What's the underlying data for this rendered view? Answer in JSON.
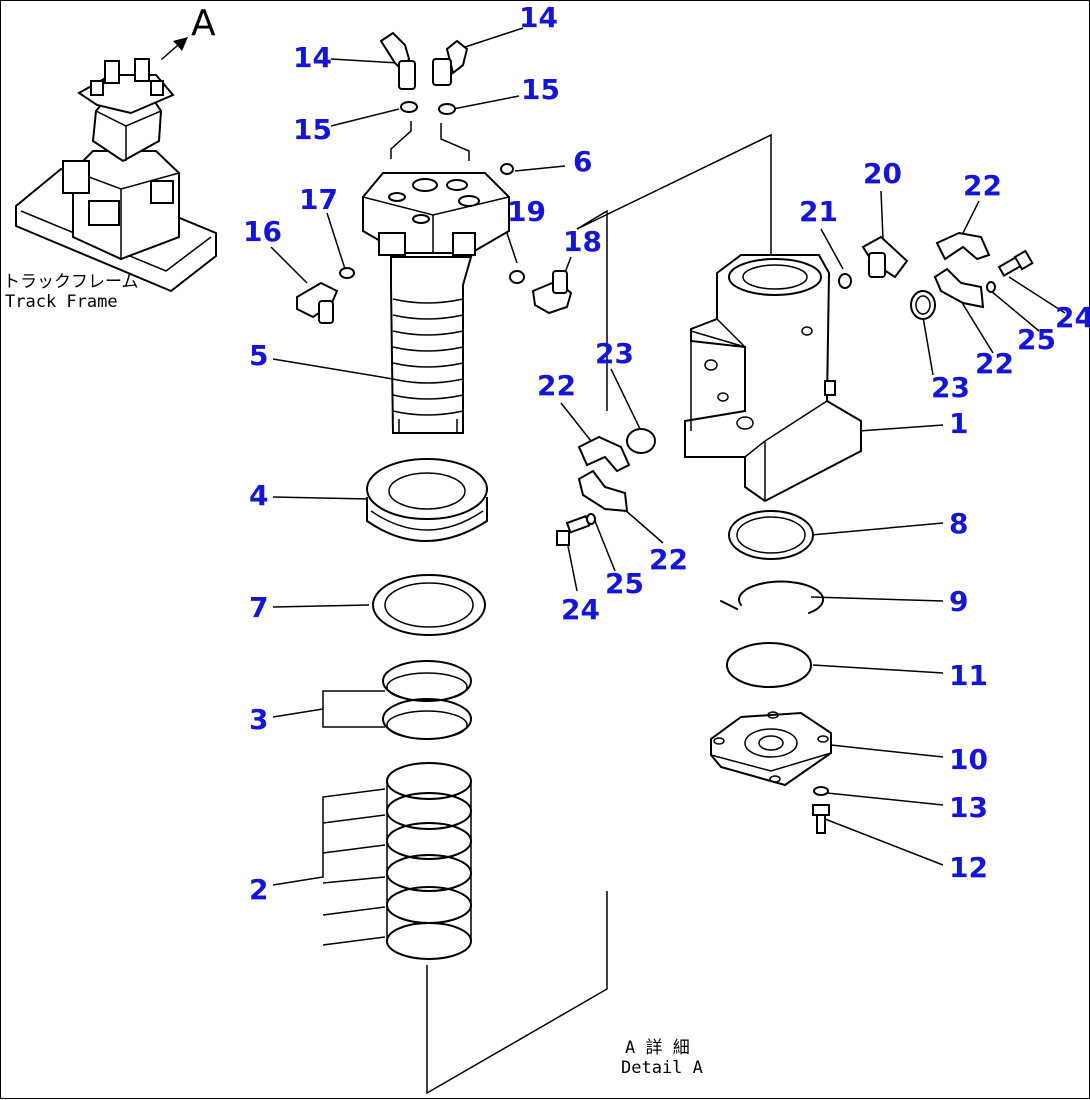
{
  "figure": {
    "view_label": "A",
    "track_frame_jp": "トラックフレーム",
    "track_frame_en": "Track Frame",
    "detail_jp": "A 詳 細",
    "detail_en": "Detail A",
    "callout_color": "#1515d9"
  },
  "callouts": [
    {
      "id": "c14a",
      "label": "14"
    },
    {
      "id": "c14b",
      "label": "14"
    },
    {
      "id": "c15a",
      "label": "15"
    },
    {
      "id": "c15b",
      "label": "15"
    },
    {
      "id": "c6",
      "label": "6"
    },
    {
      "id": "c17",
      "label": "17"
    },
    {
      "id": "c19",
      "label": "19"
    },
    {
      "id": "c16",
      "label": "16"
    },
    {
      "id": "c18",
      "label": "18"
    },
    {
      "id": "c20",
      "label": "20"
    },
    {
      "id": "c21",
      "label": "21"
    },
    {
      "id": "c22a",
      "label": "22"
    },
    {
      "id": "c24a",
      "label": "24"
    },
    {
      "id": "c25a",
      "label": "25"
    },
    {
      "id": "c22b",
      "label": "22"
    },
    {
      "id": "c23a",
      "label": "23"
    },
    {
      "id": "c23b",
      "label": "23"
    },
    {
      "id": "c1",
      "label": "1"
    },
    {
      "id": "c5",
      "label": "5"
    },
    {
      "id": "c22c",
      "label": "22"
    },
    {
      "id": "c22d",
      "label": "22"
    },
    {
      "id": "c4",
      "label": "4"
    },
    {
      "id": "c8",
      "label": "8"
    },
    {
      "id": "c24b",
      "label": "24"
    },
    {
      "id": "c25b",
      "label": "25"
    },
    {
      "id": "c7",
      "label": "7"
    },
    {
      "id": "c9",
      "label": "9"
    },
    {
      "id": "c11",
      "label": "11"
    },
    {
      "id": "c3",
      "label": "3"
    },
    {
      "id": "c10",
      "label": "10"
    },
    {
      "id": "c13",
      "label": "13"
    },
    {
      "id": "c12",
      "label": "12"
    },
    {
      "id": "c2",
      "label": "2"
    }
  ]
}
